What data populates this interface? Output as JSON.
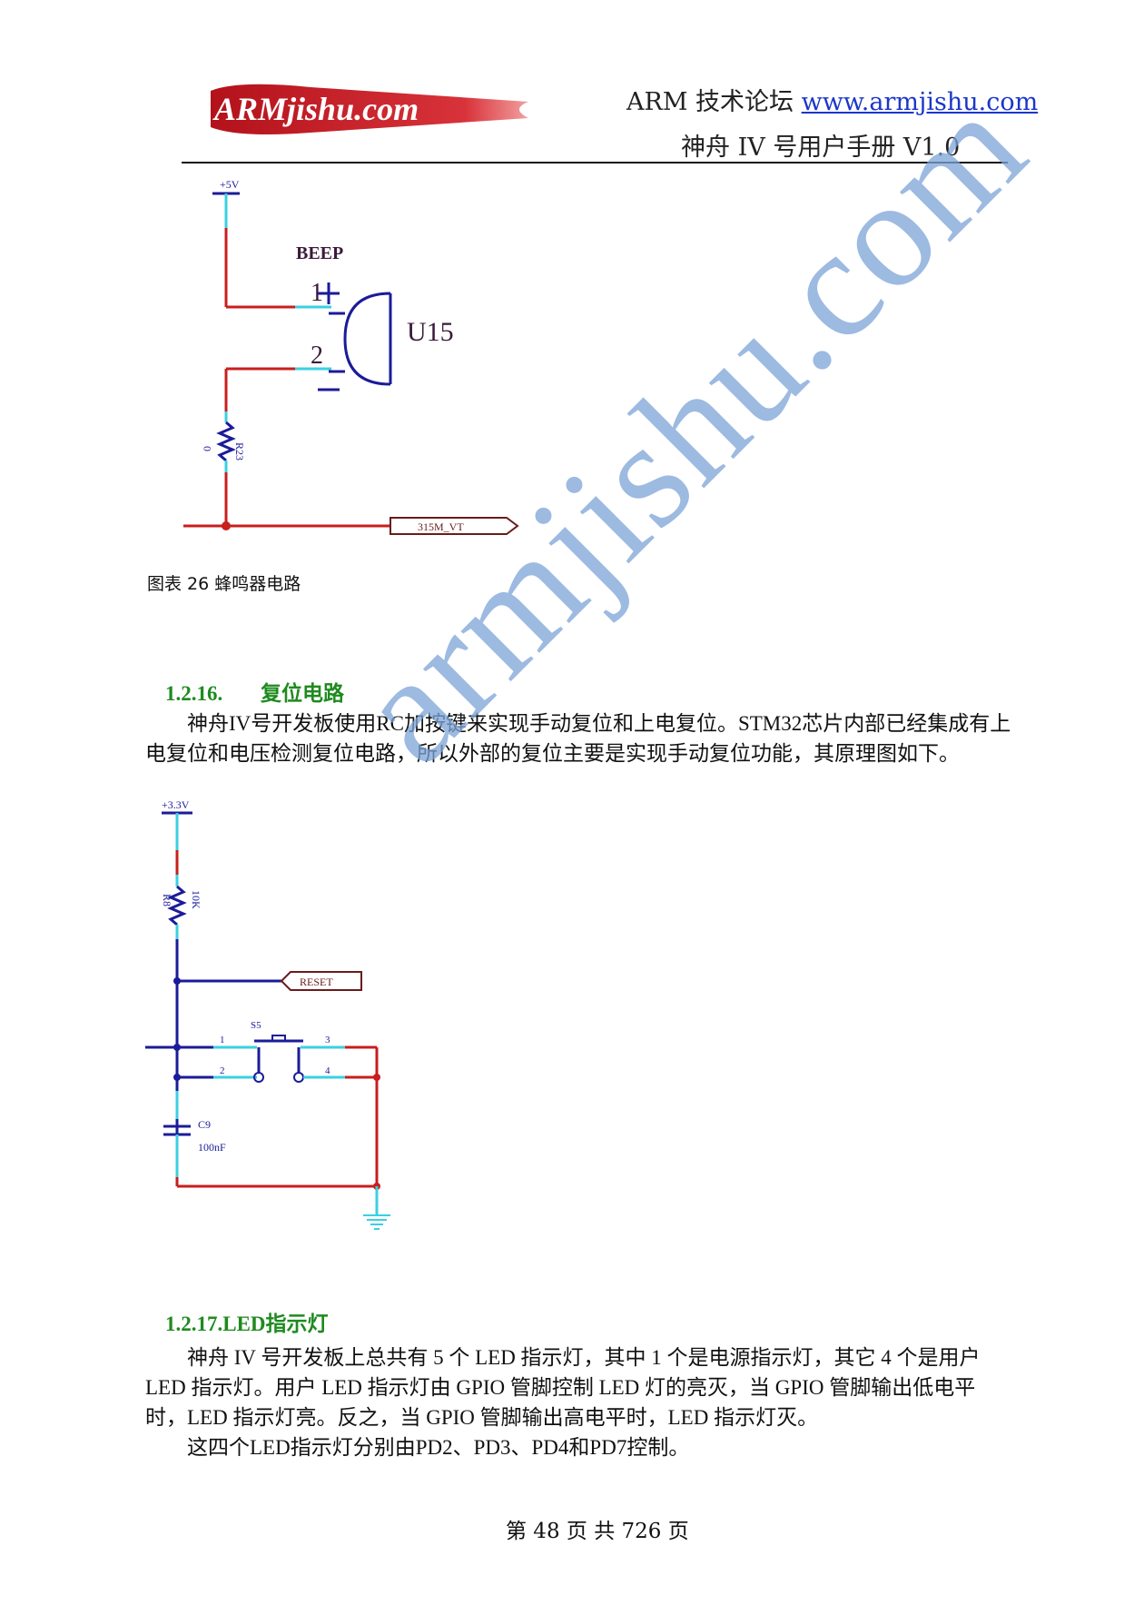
{
  "header": {
    "logo_text": "ARMjishu.com",
    "site_name": "ARM 技术论坛",
    "site_url": "www.armjishu.com",
    "manual_title": "神舟 IV 号用户手册 V1.0"
  },
  "beep_circuit": {
    "power_label": "+5V",
    "component_name": "BEEP",
    "pin1": "1",
    "pin2": "2",
    "designator": "U15",
    "resistor_ref": "R23",
    "resistor_value": "0",
    "net_label": "315M_VT"
  },
  "figure_caption": "图表 26 蜂鸣器电路",
  "section_reset": {
    "number": "1.2.16.",
    "title": "复位电路",
    "paragraph": "神舟IV号开发板使用RC加按键来实现手动复位和上电复位。STM32芯片内部已经集成有上电复位和电压检测复位电路，所以外部的复位主要是实现手动复位功能，其原理图如下。"
  },
  "reset_circuit": {
    "power_label": "+3.3V",
    "resistor_ref": "R8",
    "resistor_value": "10K",
    "net_label": "RESET",
    "switch_ref": "S5",
    "pin1": "1",
    "pin2": "2",
    "pin3": "3",
    "pin4": "4",
    "cap_ref": "C9",
    "cap_value": "100nF"
  },
  "section_led": {
    "number": "1.2.17.",
    "title": "LED指示灯",
    "paragraph1": "神舟 IV 号开发板上总共有 5 个 LED 指示灯，其中 1 个是电源指示灯，其它 4 个是用户 LED 指示灯。用户 LED 指示灯由 GPIO 管脚控制 LED 灯的亮灭，当 GPIO 管脚输出低电平时，LED 指示灯亮。反之，当 GPIO 管脚输出高电平时，LED 指示灯灭。",
    "paragraph2": "这四个LED指示灯分别由PD2、PD3、PD4和PD7控制。"
  },
  "watermark": "armjishu.com",
  "footer": "第 48 页 共 726 页",
  "colors": {
    "wire_red": "#c81e1e",
    "pin_cyan": "#3ad0e0",
    "schematic_ink": "#1b1b9a",
    "label_brown": "#6a1b1b",
    "heading_green": "#1f8a1f",
    "watermark_blue": "#7da4d8",
    "link_blue": "#1b36c9"
  }
}
